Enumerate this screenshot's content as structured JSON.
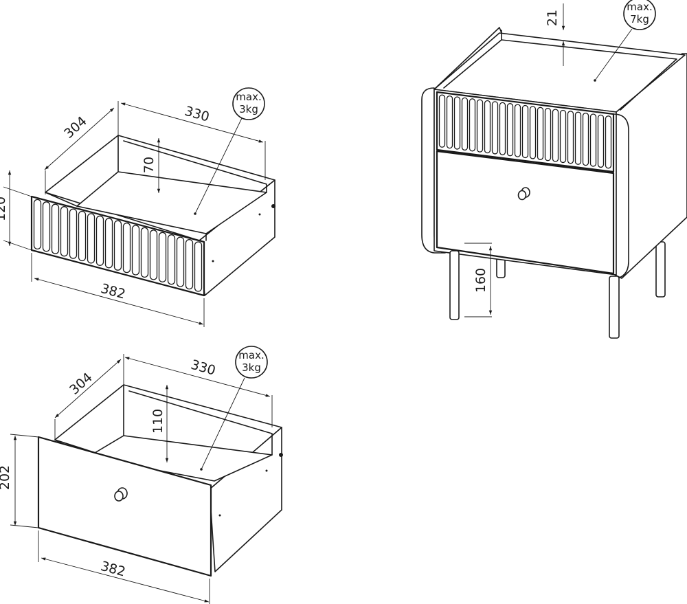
{
  "drawer_fluted": {
    "depth": "304",
    "inner_width": "330",
    "inner_height": "70",
    "front_height": "120",
    "front_width": "382",
    "load_line1": "max.",
    "load_line2": "3kg"
  },
  "drawer_plain": {
    "depth": "304",
    "inner_width": "330",
    "inner_height": "110",
    "front_height": "202",
    "front_width": "382",
    "load_line1": "max.",
    "load_line2": "3kg"
  },
  "nightstand": {
    "rim_height": "21",
    "leg_height": "160",
    "load_line1": "max.",
    "load_line2": "7kg"
  },
  "colors": {
    "line": "#1a1a1a",
    "background": "#ffffff"
  }
}
